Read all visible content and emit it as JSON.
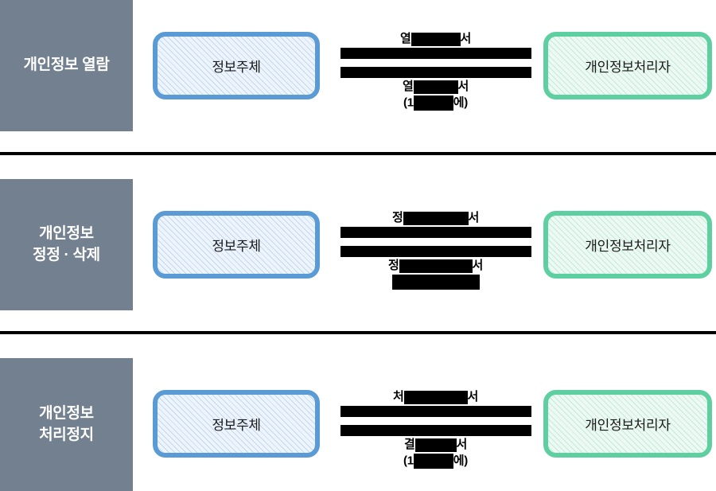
{
  "diagram": {
    "title_hidden": true,
    "colors": {
      "category_block": "#73808f",
      "subject_border": "#5b9bd5",
      "subject_fill": "#eef4fb",
      "controller_border": "#5ecfa0",
      "controller_fill": "#eef9f4",
      "arrow": "#000000",
      "separator": "#000000",
      "category_text": "#ffffff",
      "actor_text": "#1a1a1a"
    },
    "actors": {
      "subject_label": "정보주체",
      "controller_label": "개인정보처리자"
    },
    "rows": [
      {
        "id": "row-access",
        "category_lines": [
          "개인정보 열람"
        ],
        "subject_label": "정보주체",
        "controller_label": "개인정보처리자",
        "request_label_prefix": "열",
        "request_label_suffix": "서",
        "request_redacted": "██████",
        "response_label_prefix": "열",
        "response_label_suffix": "서",
        "response_redacted": "█████",
        "response_note_prefix": "(1",
        "response_note_suffix": "에)",
        "response_note_redacted": "█████"
      },
      {
        "id": "row-correction-deletion",
        "category_lines": [
          "개인정보",
          "정정 · 삭제"
        ],
        "subject_label": "정보주체",
        "controller_label": "개인정보처리자",
        "request_label_prefix": "정",
        "request_label_suffix": "서",
        "request_redacted": "████████",
        "response_label_prefix": "정",
        "response_label_suffix": "서",
        "response_redacted": "█████████",
        "response_note_prefix": "",
        "response_note_suffix": "",
        "response_note_redacted": "████████"
      },
      {
        "id": "row-processing-suspension",
        "category_lines": [
          "개인정보",
          "처리정지"
        ],
        "subject_label": "정보주체",
        "controller_label": "개인정보처리자",
        "request_label_prefix": "처",
        "request_label_suffix": "서",
        "request_redacted": "████████",
        "response_label_prefix": "결",
        "response_label_suffix": "서",
        "response_redacted": "█████",
        "response_note_prefix": "(1",
        "response_note_suffix": "에)",
        "response_note_redacted": "█████"
      }
    ]
  }
}
